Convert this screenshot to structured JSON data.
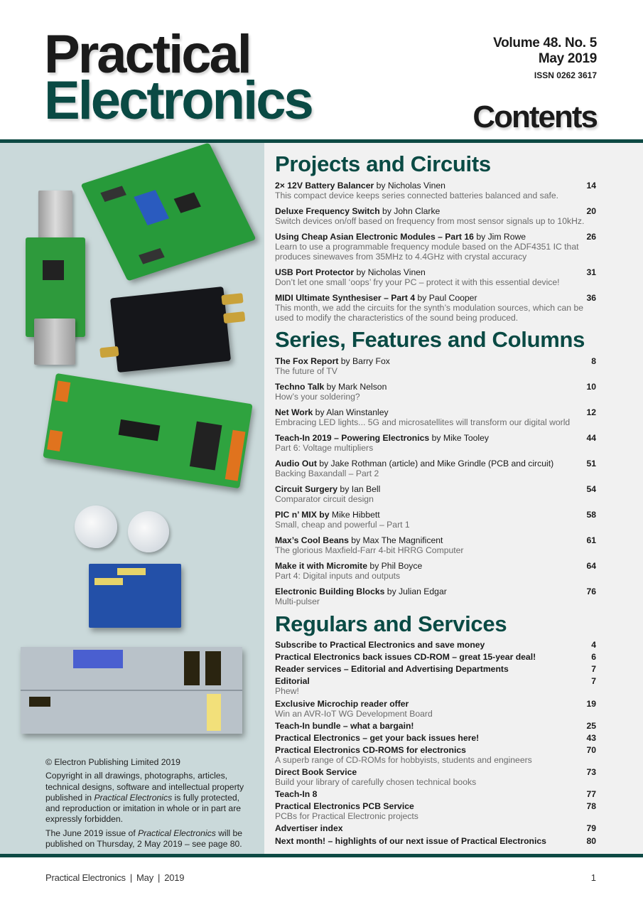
{
  "masthead": {
    "logo_line1": "Practical",
    "logo_line2": "Electronics",
    "volume": "Volume 48. No. 5",
    "date": "May 2019",
    "issn": "ISSN 0262 3617",
    "contents_title": "Contents"
  },
  "colors": {
    "brand_green": "#0a4a44",
    "rule": "#0e4a44",
    "photo_panel_bg": "#cad9da",
    "contents_bg": "#f1f1f1",
    "desc_gray": "#6b6b6b"
  },
  "sections": [
    {
      "heading": "Projects and Circuits",
      "entries": [
        {
          "title": "2× 12V Battery Balancer",
          "by": " by Nicholas Vinen",
          "page": "14",
          "desc": "This compact device keeps series connected batteries balanced and safe."
        },
        {
          "title": "Deluxe Frequency Switch",
          "by": " by John Clarke",
          "page": "20",
          "desc": "Switch devices on/off based on frequency from most sensor signals up to 10kHz."
        },
        {
          "title": "Using Cheap Asian Electronic Modules – Part 16",
          "by": " by Jim Rowe",
          "page": "26",
          "desc": "Learn to use a programmable frequency module based on the ADF4351 IC that produces sinewaves from 35MHz to 4.4GHz with crystal accuracy"
        },
        {
          "title": "USB Port Protector",
          "by": " by Nicholas Vinen",
          "page": "31",
          "desc": "Don’t let one small ‘oops’ fry your PC – protect it with this essential device!"
        },
        {
          "title": "MIDI Ultimate Synthesiser – Part 4",
          "by": " by Paul Cooper",
          "page": "36",
          "desc": "This month, we add the circuits for the synth’s modulation sources, which can be used to modify the characteristics of the sound being produced."
        }
      ]
    },
    {
      "heading": "Series, Features and Columns",
      "entries": [
        {
          "title": "The Fox Report",
          "by": " by Barry Fox",
          "page": "8",
          "desc": "The future of TV"
        },
        {
          "title": "Techno Talk",
          "by": " by Mark Nelson",
          "page": "10",
          "desc": "How’s your soldering?"
        },
        {
          "title": "Net Work",
          "by": " by Alan Winstanley",
          "page": "12",
          "desc": "Embracing LED lights... 5G and microsatellites will transform our digital world"
        },
        {
          "title": "Teach-In 2019 – Powering Electronics",
          "by": " by Mike Tooley",
          "page": "44",
          "desc": "Part 6: Voltage multipliers"
        },
        {
          "title": "Audio Out",
          "by": " by Jake Rothman (article) and Mike Grindle (PCB and circuit)",
          "page": "51",
          "desc": "Backing Baxandall – Part 2"
        },
        {
          "title": "Circuit Surgery",
          "by": " by Ian Bell",
          "page": "54",
          "desc": "Comparator circuit design"
        },
        {
          "title": "PIC n’ MIX by",
          "by": " Mike Hibbett",
          "page": "58",
          "desc": "Small, cheap and powerful – Part 1"
        },
        {
          "title": "Max’s Cool Beans",
          "by": " by Max The Magnificent",
          "page": "61",
          "desc": "The glorious Maxfield-Farr 4-bit HRRG Computer"
        },
        {
          "title": "Make it with Micromite",
          "by": " by Phil Boyce",
          "page": "64",
          "desc": "Part 4: Digital inputs and outputs"
        },
        {
          "title": "Electronic Building Blocks",
          "by": " by Julian Edgar",
          "page": "76",
          "desc": "Multi-pulser"
        }
      ]
    },
    {
      "heading": "Regulars and Services",
      "entries": [
        {
          "title": "Subscribe to Practical Electronics and save money",
          "by": "",
          "page": "4",
          "desc": ""
        },
        {
          "title": "Practical Electronics back issues CD-ROM – great 15-year deal!",
          "by": "",
          "page": "6",
          "desc": ""
        },
        {
          "title": "Reader services – Editorial and Advertising Departments",
          "by": "",
          "page": "7",
          "desc": ""
        },
        {
          "title": "Editorial",
          "by": "",
          "page": "7",
          "desc": "Phew!"
        },
        {
          "title": "Exclusive Microchip reader offer",
          "by": "",
          "page": "19",
          "desc": "Win an AVR-IoT WG Development Board"
        },
        {
          "title": "Teach-In bundle – what a bargain!",
          "by": "",
          "page": "25",
          "desc": ""
        },
        {
          "title": "Practical Electronics – get your back issues here!",
          "by": "",
          "page": "43",
          "desc": ""
        },
        {
          "title": "Practical Electronics CD-ROMS for electronics",
          "by": "",
          "page": "70",
          "desc": "A superb range of CD-ROMs for hobbyists, students and engineers"
        },
        {
          "title": "Direct Book Service",
          "by": "",
          "page": "73",
          "desc": "Build your library of carefully chosen technical books"
        },
        {
          "title": "Teach-In 8",
          "by": "",
          "page": "77",
          "desc": ""
        },
        {
          "title": "Practical Electronics PCB Service",
          "by": "",
          "page": "78",
          "desc": "PCBs for Practical Electronic projects"
        },
        {
          "title": "Advertiser index",
          "by": "",
          "page": "79",
          "desc": ""
        },
        {
          "title": "Next month! – highlights of our next issue of Practical Electronics",
          "by": "",
          "page": "80",
          "desc": ""
        }
      ]
    }
  ],
  "copyright": {
    "line1": "© Electron Publishing Limited 2019",
    "p2_a": "Copyright in all drawings, photographs, articles, technical designs, software and intellectual property published in ",
    "p2_italic": "Practical Electronics",
    "p2_b": " is fully protected, and reproduction or imitation in whole or in part are expressly forbidden.",
    "p3_a": "The June 2019 issue of ",
    "p3_italic": "Practical Electronics",
    "p3_b": " will be published on Thursday, 2 May 2019 – see page 80."
  },
  "footer": {
    "publication": "Practical Electronics",
    "month": "May",
    "year": "2019",
    "separator": "|",
    "page_number": "1"
  },
  "photos": [
    {
      "name": "usb-port-protector-photo"
    },
    {
      "name": "battery-balancer-pcb-photo"
    },
    {
      "name": "adf4351-module-photo"
    },
    {
      "name": "frequency-switch-pcb-photo"
    },
    {
      "name": "audio-out-pot-board-photo"
    },
    {
      "name": "hrrg-computer-panel-photo"
    }
  ]
}
